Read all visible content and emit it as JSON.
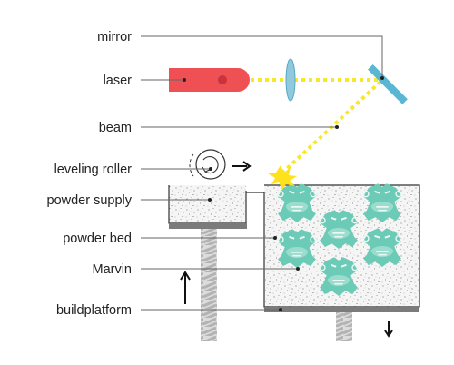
{
  "labels": {
    "mirror": "mirror",
    "laser": "laser",
    "beam": "beam",
    "leveling_roller": "leveling roller",
    "powder_supply": "powder supply",
    "powder_bed": "powder bed",
    "marvin": "Marvin",
    "buildplatform": "buildplatform"
  },
  "colors": {
    "laser": "#ef5054",
    "laser_dot": "#c9333d",
    "beam": "#f8e72a",
    "mirror": "#5bb6d3",
    "lens": "#8fc9de",
    "marvin": "#6ccbb6",
    "powder_fill": "#f4f4f4",
    "platform": "#7b7b7b",
    "screw": "#cdcdcd"
  }
}
